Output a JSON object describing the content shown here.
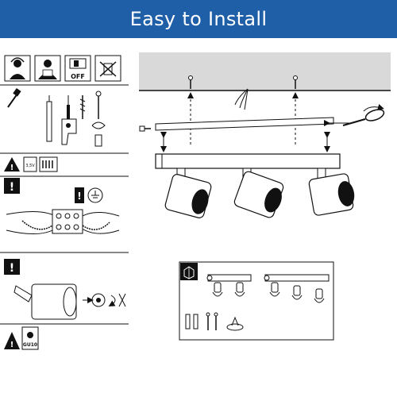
{
  "banner": {
    "title": "Easy to Install",
    "background": "#1f5fa8"
  },
  "safety_icons": [
    "electrician-icon",
    "worker-icon",
    "power-off-icon",
    "do-not-dispose-icon"
  ],
  "switch_label": "OFF",
  "warning_labels": {
    "voltage": "3,5V",
    "bulb": "GU10"
  },
  "package_icon": "box-icon",
  "colors": {
    "line": "#111111",
    "ceiling": "#d9d9d9",
    "banner": "#1f5fa8"
  }
}
